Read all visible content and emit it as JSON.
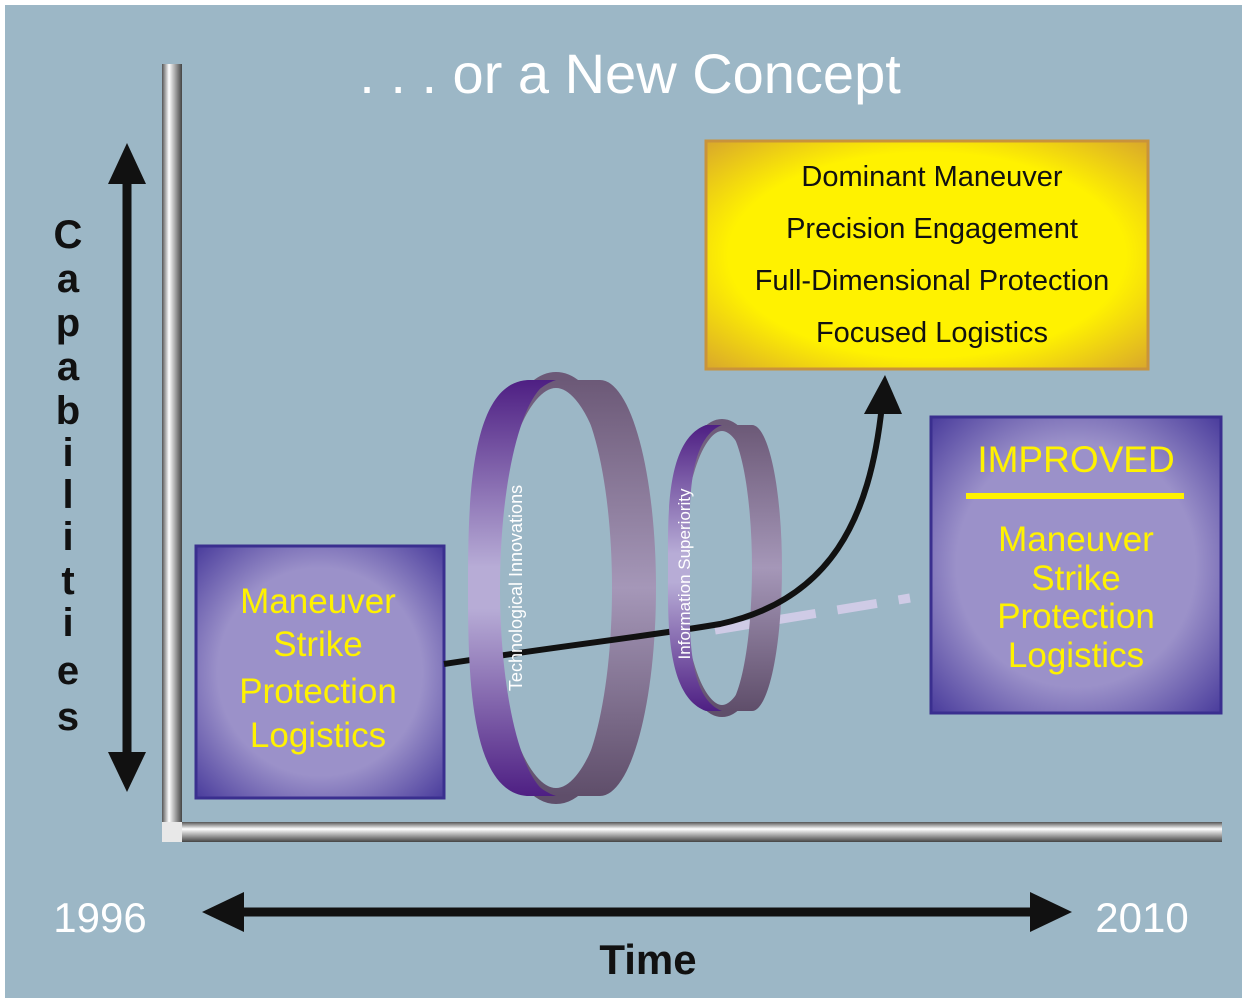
{
  "slide": {
    "title": ". . . or a New Concept",
    "y_axis_label": [
      "C",
      "a",
      "p",
      "a",
      "b",
      "i",
      "l",
      "i",
      "t",
      "i",
      "e",
      "s"
    ],
    "x_axis_label": "Time",
    "start_year": "1996",
    "end_year": "2010",
    "current_box": {
      "lines": [
        "Maneuver",
        "Strike",
        "Protection",
        "Logistics"
      ]
    },
    "ring_labels": {
      "tech": "Technological Innovations",
      "info": "Information Superiority"
    },
    "concept_box": {
      "lines": [
        "Dominant Maneuver",
        "Precision Engagement",
        "Full-Dimensional Protection",
        "Focused Logistics"
      ]
    },
    "improved_box": {
      "header": "IMPROVED",
      "lines": [
        "Maneuver",
        "Strike",
        "Protection",
        "Logistics"
      ]
    }
  },
  "colors": {
    "background": "#9cb7c6",
    "box_fill": "#9b91c9",
    "box_text": "#fff200",
    "concept_fill": "#fff200",
    "ring": "#5b2a8c",
    "arrow": "#111111"
  }
}
